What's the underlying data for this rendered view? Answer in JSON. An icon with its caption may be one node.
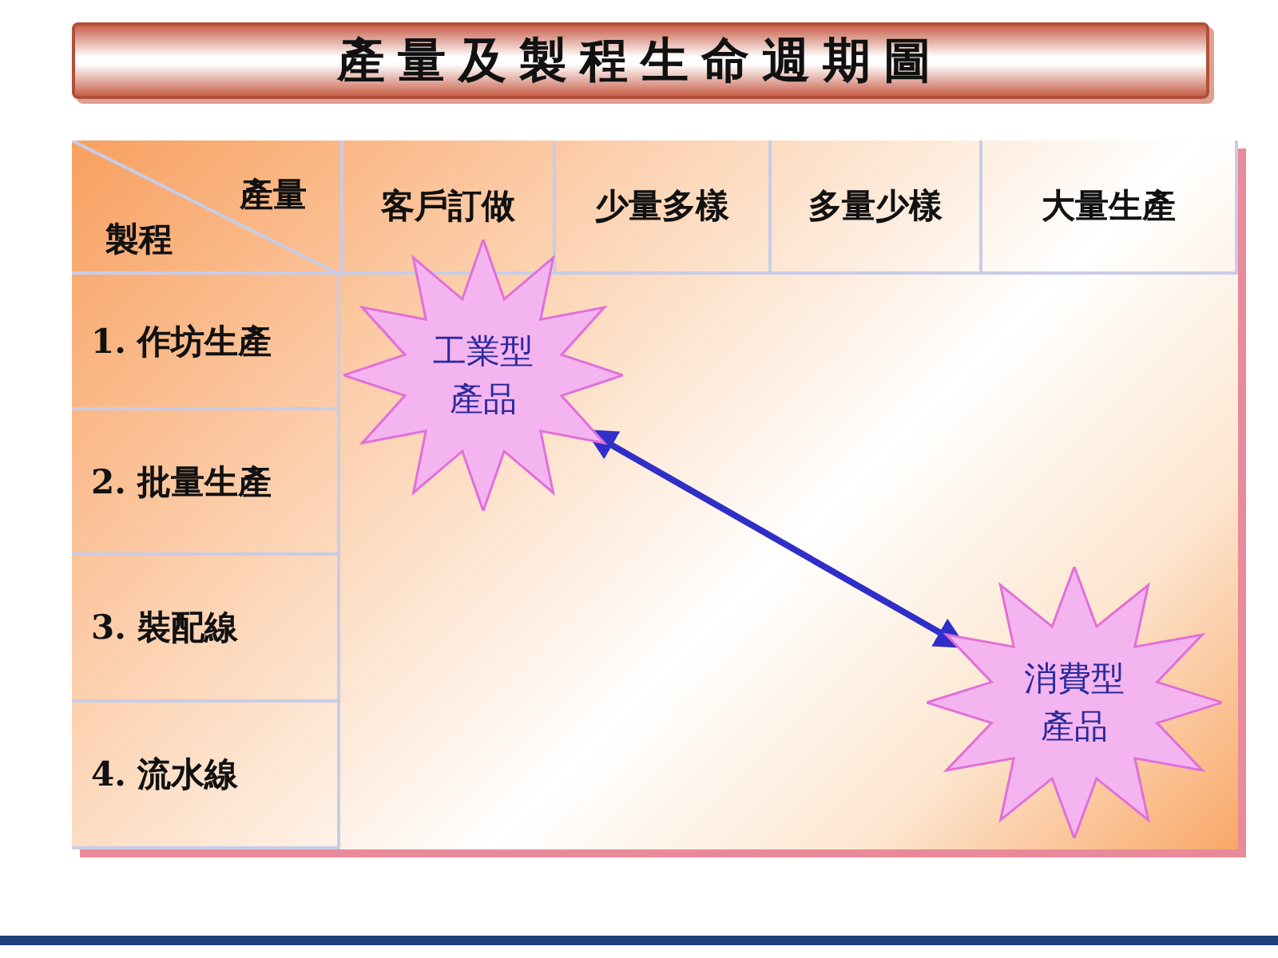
{
  "diagram": {
    "title": "產量及製程生命週期圖",
    "nodes": [
      {
        "text": [
          "工業型產品"
        ]
      },
      {
        "text": [
          "消費型產品"
        ]
      }
    ],
    "edges": [
      {
        "from": 0,
        "to": 1,
        "arrow": "both"
      }
    ],
    "labels": [
      "產量",
      "製程",
      "客戶訂做",
      "少量多樣",
      "多量少樣",
      "大量生產",
      "1. 作坊生產",
      "2. 批量生產",
      "3. 裝配線",
      "4. 流水線"
    ]
  }
}
